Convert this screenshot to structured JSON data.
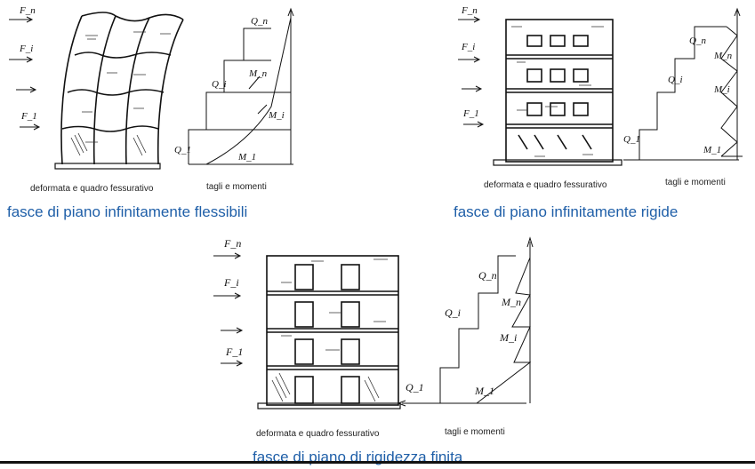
{
  "panels": [
    {
      "forces": [
        "F_n",
        "F_i",
        "F_1"
      ],
      "diagram_labels": {
        "Qn": "Q_n",
        "Qi": "Q_i",
        "Q1": "Q_1",
        "Mn": "M_n",
        "Mi": "M_i",
        "M1": "M_1"
      },
      "label_left": "deformata e quadro fessurativo",
      "label_right": "tagli e momenti",
      "caption": "fasce di piano infinitamente flessibili"
    },
    {
      "forces": [
        "F_n",
        "F_i",
        "F_1"
      ],
      "diagram_labels": {
        "Qn": "Q_n",
        "Qi": "Q_i",
        "Q1": "Q_1",
        "Mn": "M_n",
        "Mi": "M_i",
        "M1": "M_1"
      },
      "label_left": "deformata e quadro fessurativo",
      "label_right": "tagli e momenti",
      "caption": "fasce di piano infinitamente rigide"
    },
    {
      "forces": [
        "F_n",
        "F_i",
        "F_1"
      ],
      "diagram_labels": {
        "Qn": "Q_n",
        "Qi": "Q_i",
        "Q1": "Q_1",
        "Mn": "M_n",
        "Mi": "M_i",
        "M1": "M_1"
      },
      "label_left": "deformata e quadro fessurativo",
      "label_right": "tagli e momenti",
      "caption": "fasce di piano di rigidezza finita"
    }
  ]
}
